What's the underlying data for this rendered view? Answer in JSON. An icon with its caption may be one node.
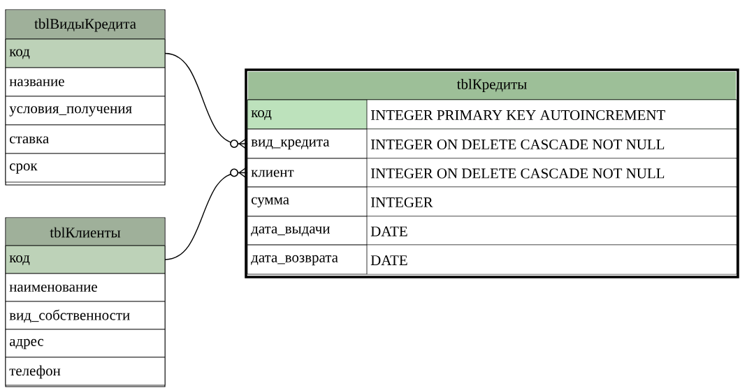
{
  "diagram": {
    "nodes": [
      {
        "text": [
          "tblВидыКредита"
        ]
      },
      {
        "text": [
          "код"
        ],
        "in": 0
      },
      {
        "text": [
          "название"
        ],
        "in": 0
      },
      {
        "text": [
          "условия_получения"
        ],
        "in": 0
      },
      {
        "text": [
          "ставка"
        ],
        "in": 0
      },
      {
        "text": [
          "срок"
        ],
        "in": 0
      },
      {
        "text": [
          "tblКредиты"
        ]
      },
      {
        "text": [
          "код",
          "INTEGER PRIMARY KEY AUTOINCREMENT"
        ],
        "in": 6
      },
      {
        "text": [
          "вид_кредита",
          "INTEGER ON DELETE CASCADE NOT NULL"
        ],
        "in": 6
      },
      {
        "text": [
          "клиент",
          "INTEGER ON DELETE CASCADE NOT NULL"
        ],
        "in": 6
      },
      {
        "text": [
          "сумма",
          "INTEGER"
        ],
        "in": 6
      },
      {
        "text": [
          "дата_выдачи",
          "DATE"
        ],
        "in": 6
      },
      {
        "text": [
          "дата_возврата",
          "DATE"
        ],
        "in": 6
      },
      {
        "text": [
          "tblКлиенты"
        ]
      },
      {
        "text": [
          "код"
        ],
        "in": 13
      },
      {
        "text": [
          "наименование"
        ],
        "in": 13
      },
      {
        "text": [
          "вид_собственности"
        ],
        "in": 13
      },
      {
        "text": [
          "адрес"
        ],
        "in": 13
      },
      {
        "text": [
          "телефон"
        ],
        "in": 13
      }
    ],
    "edges": [
      {
        "from": 1,
        "to": 8,
        "arrow": "other"
      },
      {
        "from": 14,
        "to": 9,
        "arrow": "other"
      }
    ]
  }
}
